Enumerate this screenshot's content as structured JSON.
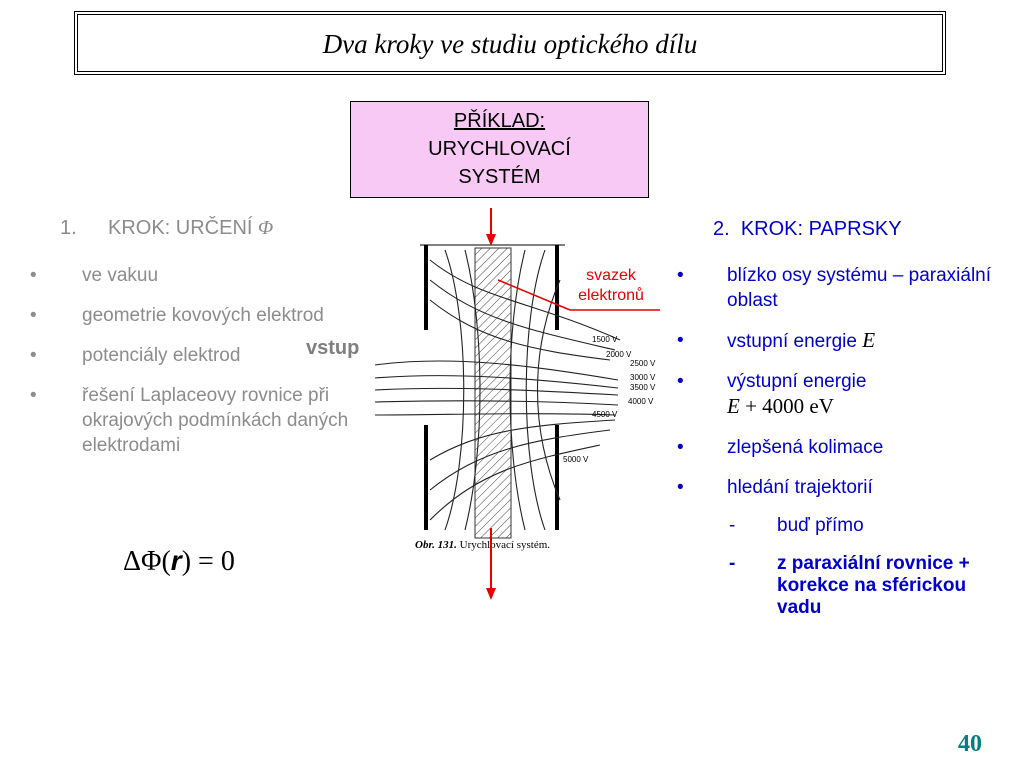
{
  "title": "Dva kroky ve studiu optického dílu",
  "example": {
    "line1": "PŘÍKLAD:",
    "line2": "URYCHLOVACÍ",
    "line3": "SYSTÉM"
  },
  "step1": {
    "number": "1.",
    "label": "KROK: URČENÍ",
    "symbol": "Φ"
  },
  "left_items": [
    "ve vakuu",
    "geometrie kovových elektrod",
    "potenciály elektrod",
    "řešení Laplaceovy rovnice při okrajových podmínkách daných elektrodami"
  ],
  "formula": {
    "lhs": "ΔΦ(",
    "var": "r",
    "rhs": ") = 0"
  },
  "vstup": "vstup",
  "svazek": {
    "line1": "svazek",
    "line2": "elektronů"
  },
  "figure": {
    "caption_bold": "Obr. 131.",
    "caption_rest": " Urychlovací systém.",
    "voltages": [
      "1500 V",
      "2000 V",
      "2500 V",
      "3000 V",
      "3500 V",
      "4000 V",
      "4500 V",
      "5000 V"
    ]
  },
  "step2": {
    "number": "2.",
    "label": "KROK: PAPRSKY"
  },
  "right_items": {
    "item1": "blízko osy systému – paraxiální oblast",
    "item2_text": "vstupní energie ",
    "item2_math": "E",
    "item3_text": "výstupní energie",
    "item3_math_e": "E",
    "item3_math_rest": " + 4000 eV",
    "item4": "zlepšená kolimace",
    "item5": "hledání trajektorií",
    "sub1": "buď přímo",
    "sub2": "z paraxiální rovnice + korekce na sférickou vadu"
  },
  "bullet": "•",
  "dash": "-",
  "page_number": "40",
  "colors": {
    "example_bg": "#f9c9f5",
    "gray_text": "#8c8c8c",
    "blue_text": "#0000cc",
    "red": "#e60000",
    "page_num": "#008080"
  }
}
